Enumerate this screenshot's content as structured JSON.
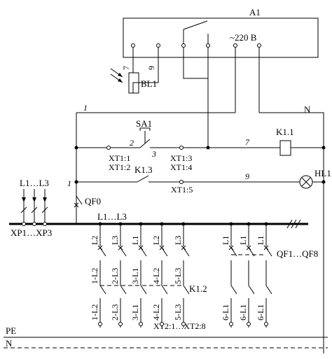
{
  "block": {
    "name": "A1",
    "supply": "~220 В"
  },
  "sensor": {
    "name": "BL1",
    "pin_a": "7",
    "pin_b": "9"
  },
  "rails": {
    "phase": "1",
    "neutral": "N",
    "pe": "PE",
    "bottom_n": "N"
  },
  "switch_sa1": {
    "name": "SA1",
    "pin_in": "2",
    "pin_out": "3"
  },
  "terminals": {
    "xt11": "XT1:1",
    "xt12": "XT1:2",
    "xt13": "XT1:3",
    "xt14": "XT1:4",
    "xt15": "XT1:5"
  },
  "wires": {
    "w7": "7",
    "w9": "9",
    "w1": "1"
  },
  "relay_coil": {
    "name": "K1.1"
  },
  "relay_contact": {
    "name": "K1.3"
  },
  "lamp": {
    "name": "HL1"
  },
  "breaker_qf0": {
    "name": "QF0"
  },
  "input": {
    "label": "L1…L3",
    "terminals": "XP1…XP3"
  },
  "bus": {
    "label": "L1…L3"
  },
  "group_k12": {
    "name": "K1.2",
    "terminal_label": "XT2:1…XT2:8",
    "top_labels": [
      "L2",
      "L3",
      "L1",
      "L2",
      "L3"
    ],
    "mid_labels": [
      "1-L2",
      "2-L3",
      "3-L1",
      "4-L2",
      "5-L3"
    ],
    "bottom_labels": [
      "1-L2",
      "2-L3",
      "3-L1",
      "4-L2",
      "5-L3"
    ]
  },
  "group_qf": {
    "name": "QF1…QF8",
    "top_labels": [
      "L1",
      "L1",
      "L1"
    ],
    "bottom_labels": [
      "6-L1",
      "6-L1",
      "6-L1"
    ]
  },
  "icons": {
    "light_arrows": "light-arrows-icon",
    "photo_sensor": "photo-sensor-icon",
    "lamp": "lamp-icon",
    "coil": "relay-coil-icon"
  }
}
